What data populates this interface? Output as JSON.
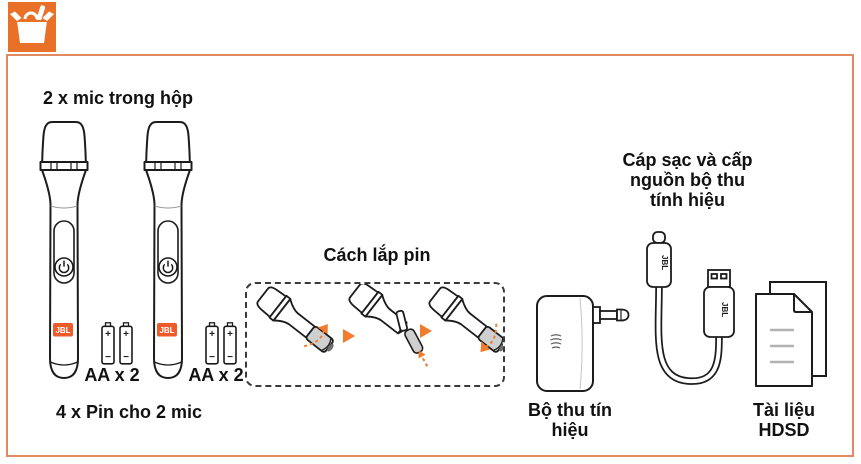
{
  "brand": "JBL",
  "colors": {
    "accent_orange": "#e87127",
    "panel_border": "#e08a61",
    "logo_orange": "#ee5a29",
    "arrow_orange": "#f07c2e"
  },
  "header_icon": "in-the-box-unboxing-icon",
  "panel": {
    "mics": {
      "heading": "2 x mic trong hộp",
      "battery_pair_label": "AA x 2",
      "battery_plus": "+",
      "battery_minus": "−",
      "caption": "4 x Pin cho 2 mic"
    },
    "install": {
      "heading": "Cách lắp pin"
    },
    "receiver": {
      "caption": "Bộ thu tín\nhiệu"
    },
    "cable": {
      "heading": "Cáp sạc và cấp\nnguồn bộ thu\ntính hiệu"
    },
    "docs": {
      "caption": "Tài liệu\nHDSD"
    }
  }
}
